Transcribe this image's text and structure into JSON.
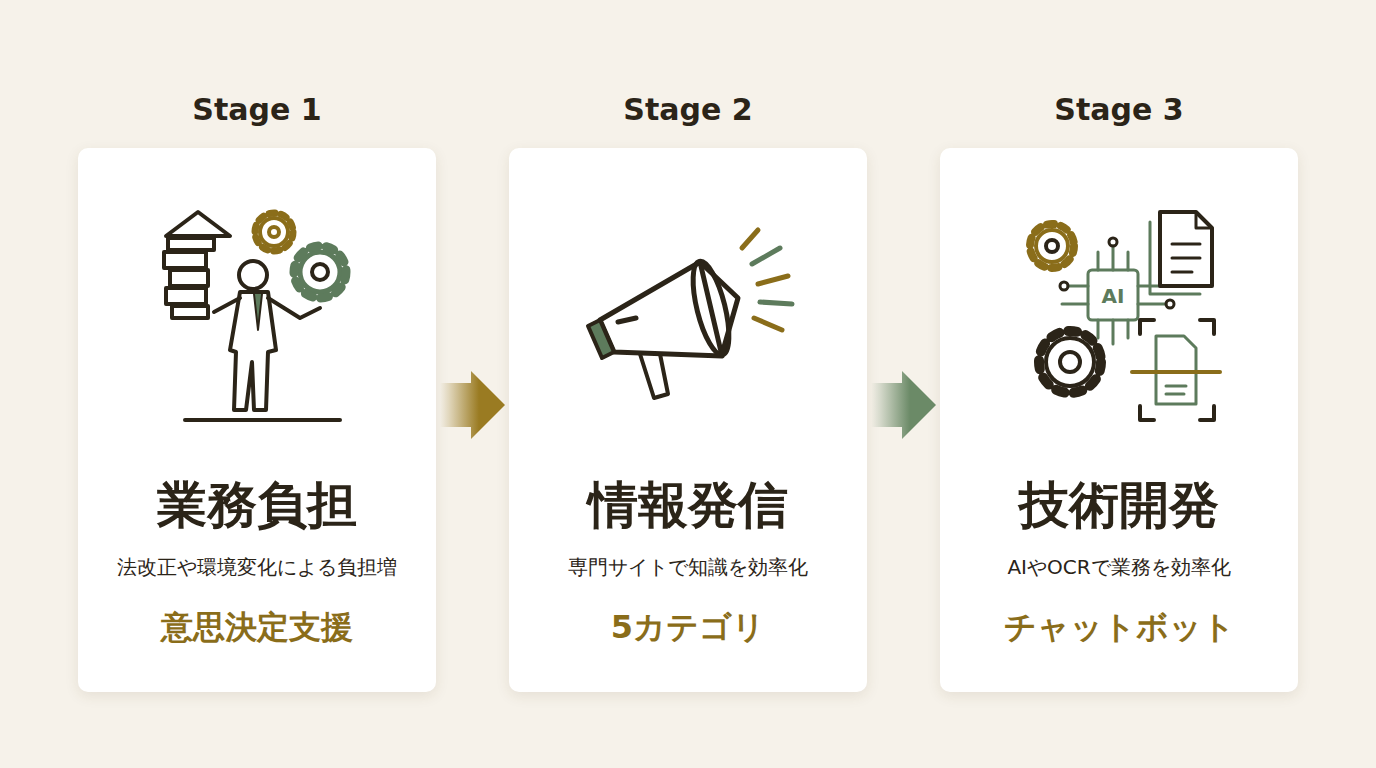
{
  "diagram": {
    "nodes": [
      {
        "text": [
          "Stage 1",
          "業務負担",
          "法改正や環境変化による負担増",
          "意思決定支援"
        ]
      },
      {
        "text": [
          "Stage 2",
          "情報発信",
          "専門サイトで知識を効率化",
          "5カテゴリ"
        ]
      },
      {
        "text": [
          "Stage 3",
          "技術開発",
          "AIやOCRで業務を効率化",
          "チャットボット"
        ]
      }
    ],
    "edges": [
      {
        "from": 0,
        "to": 1,
        "arrow": "to"
      },
      {
        "from": 1,
        "to": 2,
        "arrow": "to"
      }
    ],
    "labels": [
      "AI"
    ]
  }
}
